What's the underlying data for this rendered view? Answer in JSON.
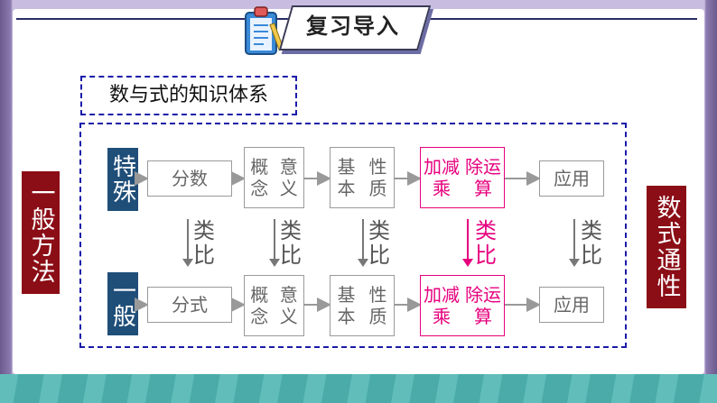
{
  "header": {
    "title": "复习导入"
  },
  "section_title": "数与式的知识体系",
  "left_label": "一般方法",
  "right_label": "数式通性",
  "rows": {
    "special": {
      "label": "特殊",
      "nodes": [
        "分数",
        "概念意义",
        "基本性质",
        "加减乘除运算",
        "应用"
      ]
    },
    "general": {
      "label": "一般",
      "nodes": [
        "分式",
        "概念意义",
        "基本性质",
        "加减乘除运算",
        "应用"
      ]
    }
  },
  "node_lines": {
    "n0": [
      "分数",
      "分式"
    ],
    "n1": [
      "概念",
      "意义"
    ],
    "n2": [
      "基本",
      "性质"
    ],
    "n3": [
      "加减乘",
      "除运算"
    ],
    "n4": [
      "应用",
      "应用"
    ]
  },
  "connector": {
    "label": "类比",
    "chars": [
      "类",
      "比"
    ]
  },
  "colors": {
    "highlight": "#e6007e",
    "side_label_bg": "#8b0d16",
    "row_label_bg": "#1f4e79",
    "dashed_border": "#1a1aa8"
  },
  "icons": [
    "clipboard-icon"
  ]
}
